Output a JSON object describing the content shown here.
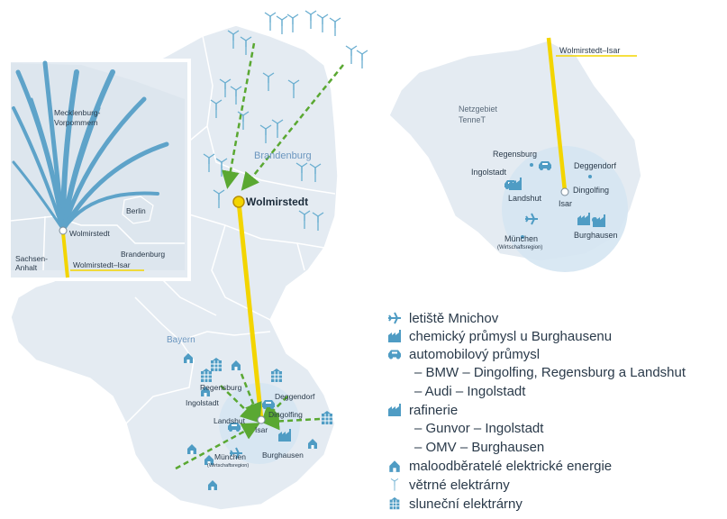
{
  "main_map": {
    "regions": {
      "brandenburg": "Brandenburg",
      "bayern": "Bayern"
    },
    "wolmirstedt": "Wolmirstedt",
    "cities": {
      "regensburg": "Regensburg",
      "deggendorf": "Deggendorf",
      "ingolstadt": "Ingolstadt",
      "dingolfing": "Dingolfing",
      "landshut": "Landshut",
      "isar": "Isar",
      "munchen": "München",
      "munchen_sub": "(Wirtschaftsregion)",
      "burghausen": "Burghausen"
    }
  },
  "inset_north": {
    "mecklenburg": "Mecklenburg-",
    "vorpommern": "Vorpommern",
    "berlin": "Berlin",
    "wolmirstedt": "Wolmirstedt",
    "brandenburg": "Brandenburg",
    "sachsen": "Sachsen-",
    "anhalt": "Anhalt",
    "line": "Wolmirstedt–Isar"
  },
  "inset_bavaria": {
    "line": "Wolmirstedt–Isar",
    "netz1": "Netzgebiet",
    "netz2": "TenneT",
    "regensburg": "Regensburg",
    "deggendorf": "Deggendorf",
    "ingolstadt": "Ingolstadt",
    "dingolfing": "Dingolfing",
    "landshut": "Landshut",
    "isar": "Isar",
    "munchen": "München",
    "munchen_sub": "(Wirtschaftsregion)",
    "burghausen": "Burghausen"
  },
  "legend": {
    "airport": "letiště Mnichov",
    "chemical": "chemický průmysl u Burghausenu",
    "automotive": "automobilový průmysl",
    "bmw": "– BMW – Dingolfing, Regensburg a Landshut",
    "audi": "– Audi – Ingolstadt",
    "refineries": "rafinerie",
    "gunvor": "– Gunvor – Ingolstadt",
    "omv": "– OMV – Burghausen",
    "consumers": "maloodběratelé elektrické energie",
    "wind": "větrné elektrárny",
    "solar": "sluneční elektrárny"
  },
  "colors": {
    "land": "#e4ebf2",
    "border": "#ffffff",
    "line": "#f3d500",
    "arrow": "#5aa832",
    "icon": "#4f9cc4",
    "text": "#2a3a4a"
  }
}
